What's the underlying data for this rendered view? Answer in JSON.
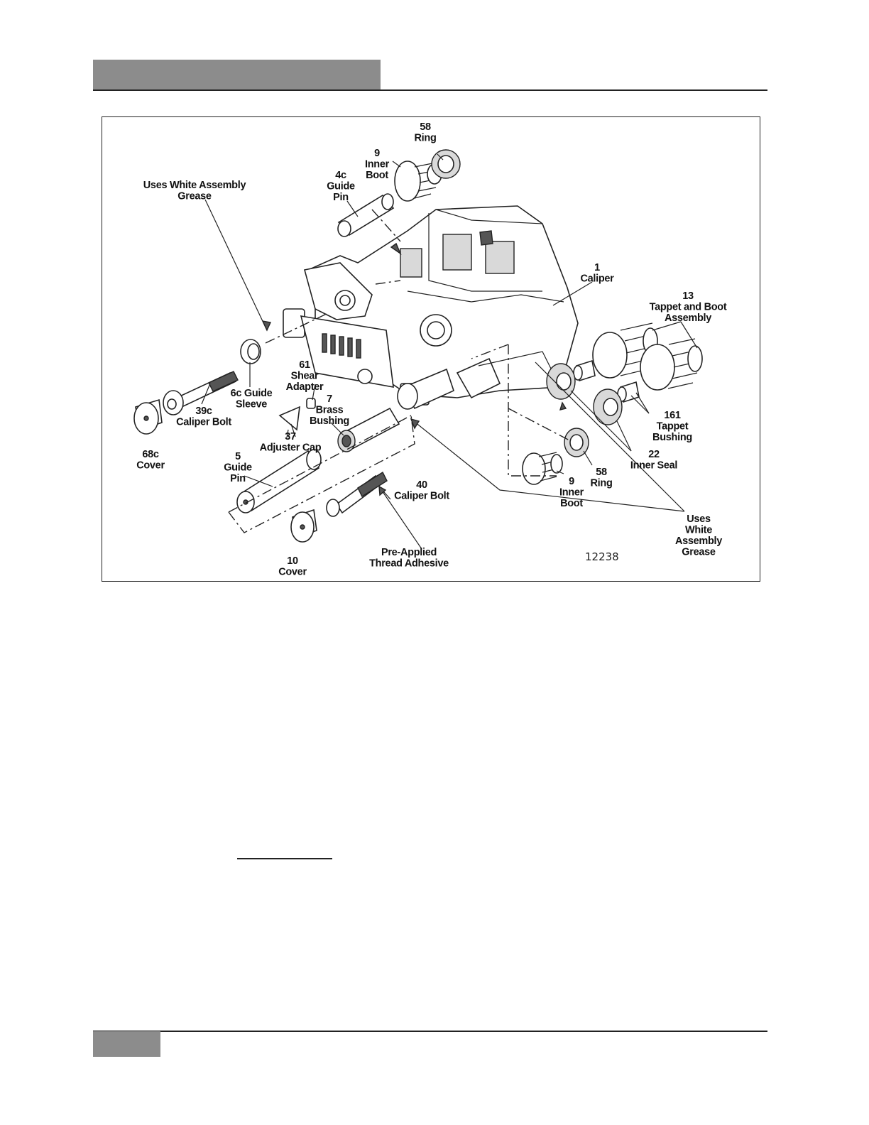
{
  "figure": {
    "number": "12238",
    "labels": {
      "ring58_top": [
        "58",
        "Ring"
      ],
      "inner_boot_top": [
        "9",
        "Inner",
        "Boot"
      ],
      "guide_pin_4c": [
        "4c",
        "Guide",
        "Pin"
      ],
      "grease_left": [
        "Uses White Assembly",
        "Grease"
      ],
      "caliper": [
        "1",
        "Caliper"
      ],
      "tappet_boot": [
        "13",
        "Tappet and Boot",
        "Assembly"
      ],
      "shear_adapter": [
        "61",
        "Shear",
        "Adapter"
      ],
      "guide_sleeve": [
        "6c  Guide",
        "Sleeve"
      ],
      "caliper_bolt_39c": [
        "39c",
        "Caliper Bolt"
      ],
      "brass_bushing": [
        "7",
        "Brass",
        "Bushing"
      ],
      "tappet_bushing": [
        "161",
        "Tappet",
        "Bushing"
      ],
      "cover_68c": [
        "68c",
        "Cover"
      ],
      "adjuster_cap": [
        "37",
        "Adjuster Cap"
      ],
      "inner_seal": [
        "22",
        "Inner Seal"
      ],
      "guide_pin_5": [
        "5",
        "Guide",
        "Pin"
      ],
      "ring58_bottom": [
        "58",
        "Ring"
      ],
      "caliper_bolt_40": [
        "40",
        "Caliper Bolt"
      ],
      "inner_boot_bottom": [
        "9",
        "Inner",
        "Boot"
      ],
      "grease_right": [
        "Uses",
        "White",
        "Assembly",
        "Grease"
      ],
      "thread_adhesive": [
        "Pre-Applied",
        "Thread Adhesive"
      ],
      "cover_10": [
        "10",
        "Cover"
      ]
    }
  }
}
